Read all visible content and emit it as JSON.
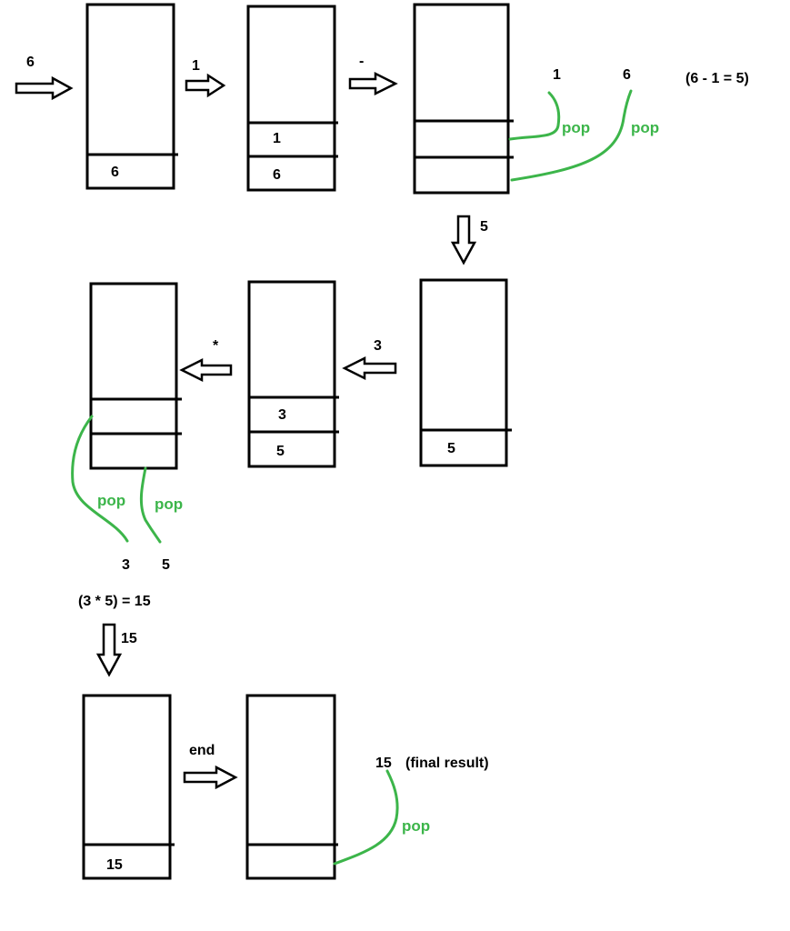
{
  "colors": {
    "ink": "#000000",
    "pop": "#3cb54a"
  },
  "arrows": {
    "push_6": "6",
    "push_1": "1",
    "apply_minus": "-",
    "result_5": "5",
    "push_3": "3",
    "apply_times": "*",
    "result_15": "15",
    "end": "end"
  },
  "stacks": {
    "s1": {
      "cells": [
        "6"
      ]
    },
    "s2": {
      "cells": [
        "1",
        "6"
      ]
    },
    "s3": {
      "cells": [
        "",
        ""
      ]
    },
    "s4": {
      "cells": [
        "5"
      ]
    },
    "s5": {
      "cells": [
        "3",
        "5"
      ]
    },
    "s6": {
      "cells": [
        "",
        ""
      ]
    },
    "s7": {
      "cells": [
        "15"
      ]
    },
    "s8": {
      "cells": [
        ""
      ]
    }
  },
  "pops": {
    "minus": {
      "label": "pop",
      "first": "1",
      "second": "6",
      "expression": "(6 - 1 = 5)"
    },
    "times": {
      "label": "pop",
      "first": "3",
      "second": "5",
      "expression": "(3 * 5) = 15"
    },
    "final": {
      "label": "pop",
      "value": "15",
      "note": "(final result)"
    }
  }
}
